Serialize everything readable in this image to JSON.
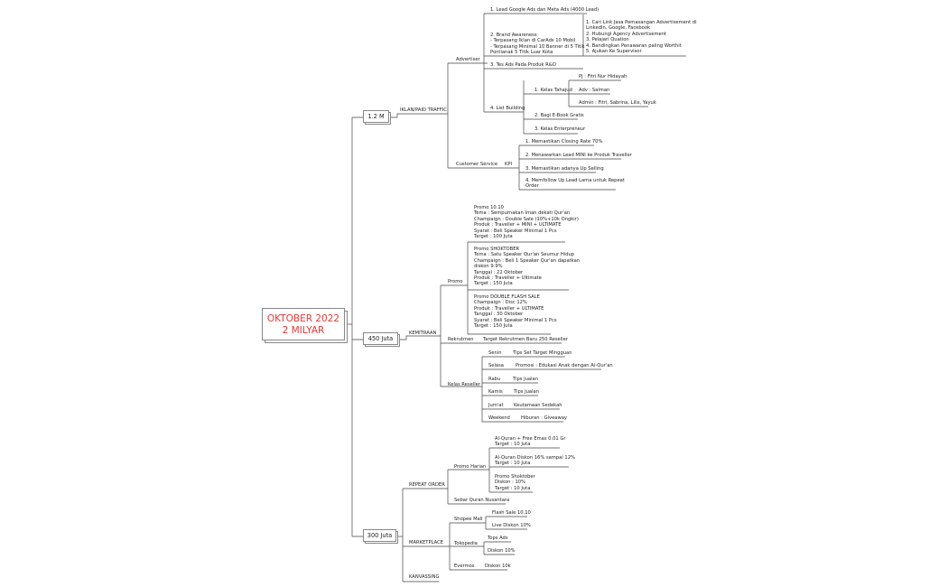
{
  "root": {
    "line1": "OKTOBER 2022",
    "line2": "2 MILYAR"
  },
  "budgets": {
    "b1": "1.2 M",
    "b2": "450 Juta",
    "b3": "300 Juta"
  },
  "iklan": {
    "title": "IKLAN/PAID TRAFFIC",
    "advertiser": "Advertiser",
    "lead": "1. Lead Google Ads dan Meta Ads (4000 Lead)",
    "brand": "2. Brand Awareness\n- Terpasang Iklan di CarAds 10 Mobil\n- Terpasang Minimal 10 Banner di 5 Titik\nPontianak 5 Titik Luar Kota",
    "brand_steps": "1. Cari Link Jasa Pemasangan Advertisement di\nLinkedIn, Google, Facebook\n2. Hubungi Agency Advertisement\n3. Pelajari Quation\n4. Bandingkan Penawaran paling Worthit\n5. Ajukan Ke Supervisor",
    "tes_ads": "3. Tes Ads Pada Produk R&D",
    "list_building": "4. List Building",
    "kelas_tahajud": "1. Kelas Tahajud",
    "pj": "PJ : Fitri Nur Hidayah",
    "adv": "Adv : Salman",
    "admin": "Admin : Fitri, Sabrina, Lilis, Yayuk",
    "ebook": "2. Bagi E-Book Gratis",
    "enterpreneur": "3. Kelas Enterpreneur",
    "cs": "Customer Service",
    "kpi": "KPI",
    "kpi1": "1. Memastikan Closing Rate 70%",
    "kpi2": "2. Menawarkan Lead MINI ke Produk Traveller",
    "kpi3": "3. Memastikan adanya Up Selling",
    "kpi4": "4. Memfollow Up Lead Lama untuk Repeat\nOrder"
  },
  "kemitraan": {
    "title": "KEMITRAAN",
    "promo": "Promo",
    "promo1": "Promo 10.10\nTema : Sempurnakan Iman dekati Qur'an\nChampaign : Double Sale (10%+10k Ongkir)\nProduk : Traveller + MINI + ULTIMATE\nSyarat : Beli Speaker Minimal 1 Pcs\nTarget : 100 Juta",
    "promo2": "Promo SHOKTOBER\nTema : Satu Speaker Qur'an Seumur Hidup\nChampaign : Beli 1 Speaker Qur'an dapatkan\ndiskon 9.9%\nTanggal : 22 Oktober\nProduk : Traveller + Ultimate\nTarget : 150 Juta",
    "promo3": "Promo DOUBLE FLASH SALE\nChampaign : Disc 12%\nProduk : Traveller + ULTIMATE\nTanggal : 30 Oktober\nSyarat : Beli Speaker Minimal 1 Pcs\nTarget : 150 Juta",
    "rekrutmen": "Rekrutmen",
    "rekrutmen_target": "Target Rekrutmen Baru 250 Reseller",
    "kelas_reseller": "Kelas Reseller",
    "schedule": [
      {
        "day": "Senin",
        "topic": "Tips Set Target Mingguan"
      },
      {
        "day": "Selasa",
        "topic": "Promosi : Edukasi Anak dengan Al-Qur'an"
      },
      {
        "day": "Rabu",
        "topic": "Tips Jualan"
      },
      {
        "day": "Kamis",
        "topic": "Tips Jualan"
      },
      {
        "day": "Jum'at",
        "topic": "Keutamaan Sedekah"
      },
      {
        "day": "Weekend",
        "topic": "Hiburan : Giveaway"
      }
    ]
  },
  "repeat": {
    "title": "REPEAT ORDER",
    "promo_harian": "Promo Harian",
    "ph1": "Al-Quran + Free Emas 0.01 Gr\nTarget : 10 Juta",
    "ph2": "Al-Quran Diskon 16% sampai 12%\nTarget : 10 Juta",
    "ph3": "Promo Shoktober\nDiskon : 10%\nTarget : 10 Juta",
    "sebar": "Sebar Quran Nusantara"
  },
  "marketplace": {
    "title": "MARKETPLACE",
    "shopee": "Shopee Mall",
    "flash": "Flash Sale 10.10",
    "live": "Live Diskon 10%",
    "tokopedia": "Tokopedia",
    "topsads": "Tops Ads",
    "diskon10": "Diskon 10%",
    "evermos": "Evermos",
    "diskon10k": "Diskon 10k"
  },
  "kanvassing": "KANVASSING"
}
